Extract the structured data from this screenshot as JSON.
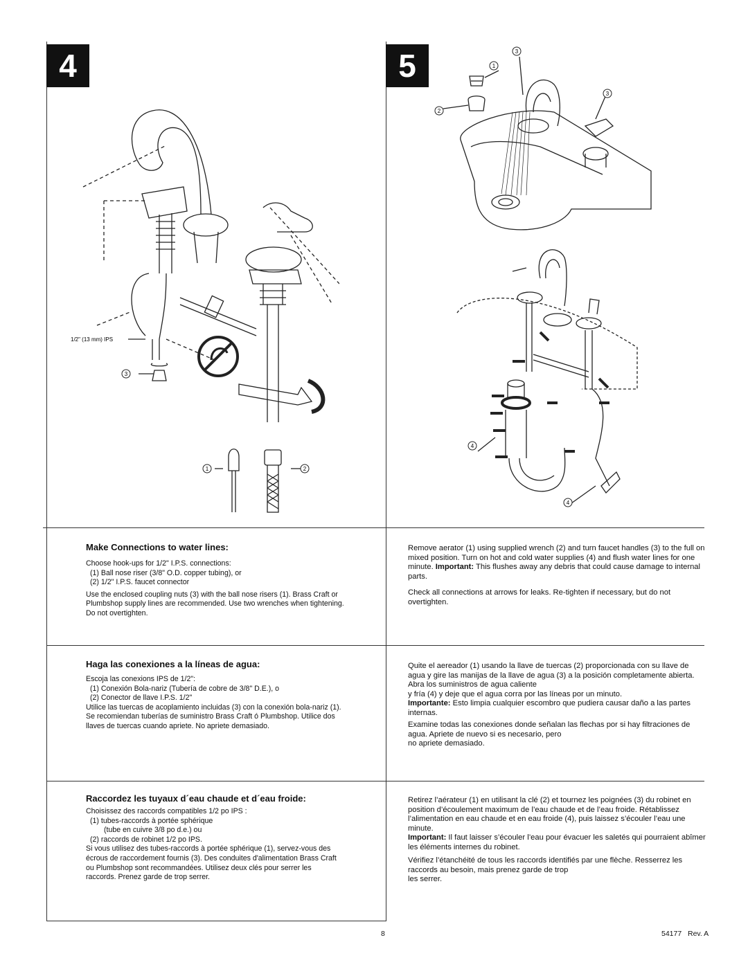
{
  "steps": {
    "left_number": "4",
    "right_number": "5"
  },
  "left_illustration": {
    "pipe_label": "1/2\" (13 mm) IPS",
    "callout_coupling": "3",
    "callout_ball_riser": "1",
    "callout_connector": "2"
  },
  "right_illustration": {
    "callout_aerator": "1",
    "callout_wrench": "2",
    "callout_handle_top": "3",
    "callout_handle_right": "3",
    "callout_supply_upper": "4",
    "callout_supply_lower": "4"
  },
  "english": {
    "heading": "Make Connections to water lines:",
    "left": {
      "intro": "Choose hook-ups for 1/2\" I.P.S. connections:",
      "item1": "(1) Ball nose riser (3/8\" O.D. copper tubing), or",
      "item2": "(2) 1/2\" I.P.S. faucet connector",
      "para": "Use the enclosed coupling nuts (3) with the ball nose risers (1). Brass Craft or Plumbshop supply lines are recommended. Use two wrenches when tightening. Do not overtighten."
    },
    "right": {
      "para1_start": "Remove aerator (1) using supplied wrench (2) and turn faucet handles (3) to the full on mixed position. Turn on hot and cold water supplies (4) and flush water lines for one minute. ",
      "para1_bold": "Important:",
      "para1_end": " This flushes away any debris that could cause damage to internal parts.",
      "para2": "Check all connections at arrows for leaks. Re-tighten if necessary, but do not overtighten."
    }
  },
  "spanish": {
    "heading": "Haga las conexiones a la líneas de agua:",
    "left": {
      "intro": "Escoja las conexions IPS de 1/2\":",
      "item1": "(1) Conexión Bola-nariz (Tubería de cobre de 3/8\" D.E.), o",
      "item2": "(2) Conector de llave I.P.S. 1/2\"",
      "para": "Utilice las tuercas de acoplamiento incluidas (3) con la conexión bola-nariz (1). Se recomiendan tuberías de suministro Brass Craft ó Plumbshop. Utilice dos llaves de tuercas cuando apriete. No apriete demasiado."
    },
    "right": {
      "para1": "Quite el aereador (1) usando la llave de tuercas (2) proporcionada con su llave de agua y gire las manijas de la llave de agua (3) a la posición completamente abierta. Abra los suministros de agua caliente",
      "para1b": "y fría (4) y deje que el agua corra por las líneas por un minuto.",
      "para1_bold": "Importante:",
      "para1_end": " Esto limpia cualquier escombro que pudiera causar daño a las partes internas.",
      "para2": "Examine todas las conexiones donde señalan las flechas por si hay filtraciones de agua. Apriete de nuevo si es necesario, pero",
      "para2b": "no apriete demasiado."
    }
  },
  "french": {
    "heading": "Raccordez les tuyaux d´eau chaude et d´eau froide:",
    "left": {
      "intro": "Choisissez des raccords compatibles 1/2 po IPS :",
      "item1": "(1) tubes-raccords à portée sphérique",
      "item1b": "(tube en cuivre 3/8 po d.e.) ou",
      "item2": "(2) raccords de robinet 1/2 po IPS.",
      "para": "Si vous utilisez des tubes-raccords à portée sphérique (1), servez-vous des écrous de raccordement fournis (3). Des conduites d'alimentation Brass Craft ou Plumbshop sont recommandées. Utilisez deux clés pour serrer les raccords. Prenez garde de trop serrer."
    },
    "right": {
      "para1": "Retirez l’aérateur (1) en utilisant la clé (2) et tournez les poignées (3) du robinet en position d’écoulement maximum de l’eau chaude et de l’eau froide. Rétablissez l’alimentation en eau chaude et en eau froide (4), puis laissez s’écouler l’eau une minute.",
      "para1_bold": "Important:",
      "para1_end": " Il faut laisser s’écouler l’eau pour évacuer les saletés qui pourraient abîmer les éléments internes du robinet.",
      "para2": "Vérifiez l’étanchéité de tous les raccords identifiés par une flèche. Resserrez les raccords au besoin, mais prenez garde de trop",
      "para2b": "les serrer."
    }
  },
  "footer": {
    "page_number": "8",
    "doc_number": "54177",
    "revision": "Rev. A"
  }
}
